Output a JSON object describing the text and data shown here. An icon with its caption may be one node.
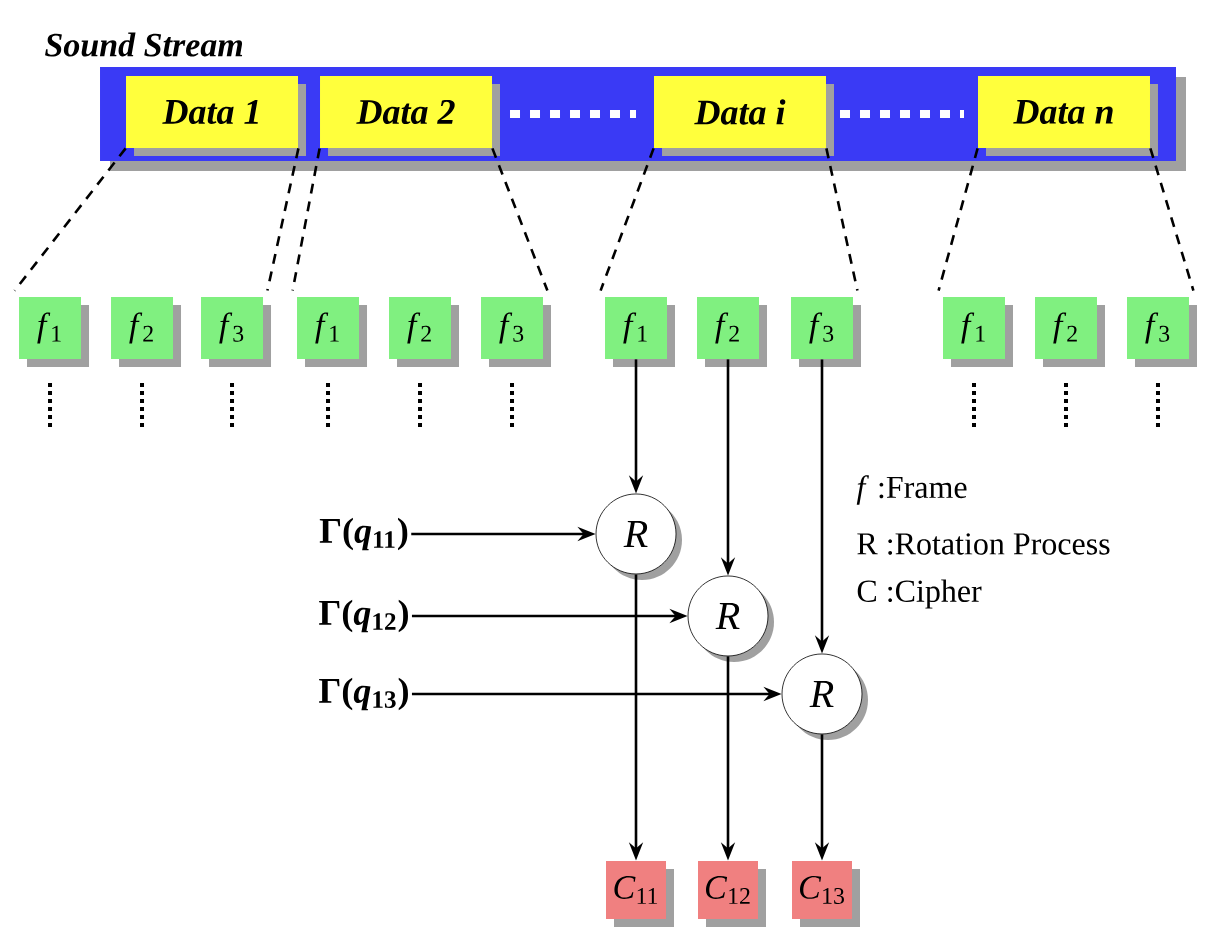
{
  "diagram": {
    "nodes": [
      {
        "text": [
          "Sound Stream"
        ]
      },
      {
        "text": [
          "Data 1"
        ],
        "in": 0
      },
      {
        "text": [
          "Data 2"
        ],
        "in": 0
      },
      {
        "text": [
          "Data i"
        ],
        "in": 0
      },
      {
        "text": [
          "Data n"
        ],
        "in": 0
      },
      {
        "text": [
          "*f*$_{1}$"
        ]
      },
      {
        "text": [
          "*f*$_{2}$"
        ]
      },
      {
        "text": [
          "*f*$_{3}$"
        ]
      },
      {
        "text": [
          "*f*$_{1}$"
        ]
      },
      {
        "text": [
          "*f*$_{2}$"
        ]
      },
      {
        "text": [
          "*f*$_{3}$"
        ]
      },
      {
        "text": [
          "*f*$_{1}$"
        ]
      },
      {
        "text": [
          "*f*$_{2}$"
        ]
      },
      {
        "text": [
          "*f*$_{3}$"
        ]
      },
      {
        "text": [
          "*f*$_{1}$"
        ]
      },
      {
        "text": [
          "*f*$_{2}$"
        ]
      },
      {
        "text": [
          "*f*$_{3}$"
        ]
      },
      {
        "text": [
          "Γ(*q*$_{11}$)"
        ]
      },
      {
        "text": [
          "Γ(*q*$_{12}$)"
        ]
      },
      {
        "text": [
          "Γ(*q*$_{13}$)"
        ]
      },
      {
        "text": [
          "R"
        ]
      },
      {
        "text": [
          "R"
        ]
      },
      {
        "text": [
          "R"
        ]
      },
      {
        "text": [
          "*C*$_{11}$"
        ]
      },
      {
        "text": [
          "*C*$_{12}$"
        ]
      },
      {
        "text": [
          "*C*$_{13}$"
        ]
      }
    ],
    "edges": [
      {
        "from": 1,
        "to": 5,
        "arrow": "none",
        "style": "dashed"
      },
      {
        "from": 1,
        "to": 7,
        "arrow": "none",
        "style": "dashed"
      },
      {
        "from": 2,
        "to": 8,
        "arrow": "none",
        "style": "dashed"
      },
      {
        "from": 2,
        "to": 10,
        "arrow": "none",
        "style": "dashed"
      },
      {
        "from": 3,
        "to": 11,
        "arrow": "none",
        "style": "dashed"
      },
      {
        "from": 3,
        "to": 13,
        "arrow": "none",
        "style": "dashed"
      },
      {
        "from": 4,
        "to": 14,
        "arrow": "none",
        "style": "dashed"
      },
      {
        "from": 4,
        "to": 16,
        "arrow": "none",
        "style": "dashed"
      },
      {
        "from": 11,
        "to": 20,
        "arrow": "to"
      },
      {
        "from": 12,
        "to": 21,
        "arrow": "to"
      },
      {
        "from": 13,
        "to": 22,
        "arrow": "to"
      },
      {
        "from": 17,
        "to": 20,
        "arrow": "to"
      },
      {
        "from": 18,
        "to": 21,
        "arrow": "to"
      },
      {
        "from": 19,
        "to": 22,
        "arrow": "to"
      },
      {
        "from": 20,
        "to": 23,
        "arrow": "to"
      },
      {
        "from": 21,
        "to": 24,
        "arrow": "to"
      },
      {
        "from": 22,
        "to": 25,
        "arrow": "to"
      }
    ],
    "labels": [
      "*f* :Frame",
      "R :Rotation Process",
      "C :Cipher"
    ]
  }
}
